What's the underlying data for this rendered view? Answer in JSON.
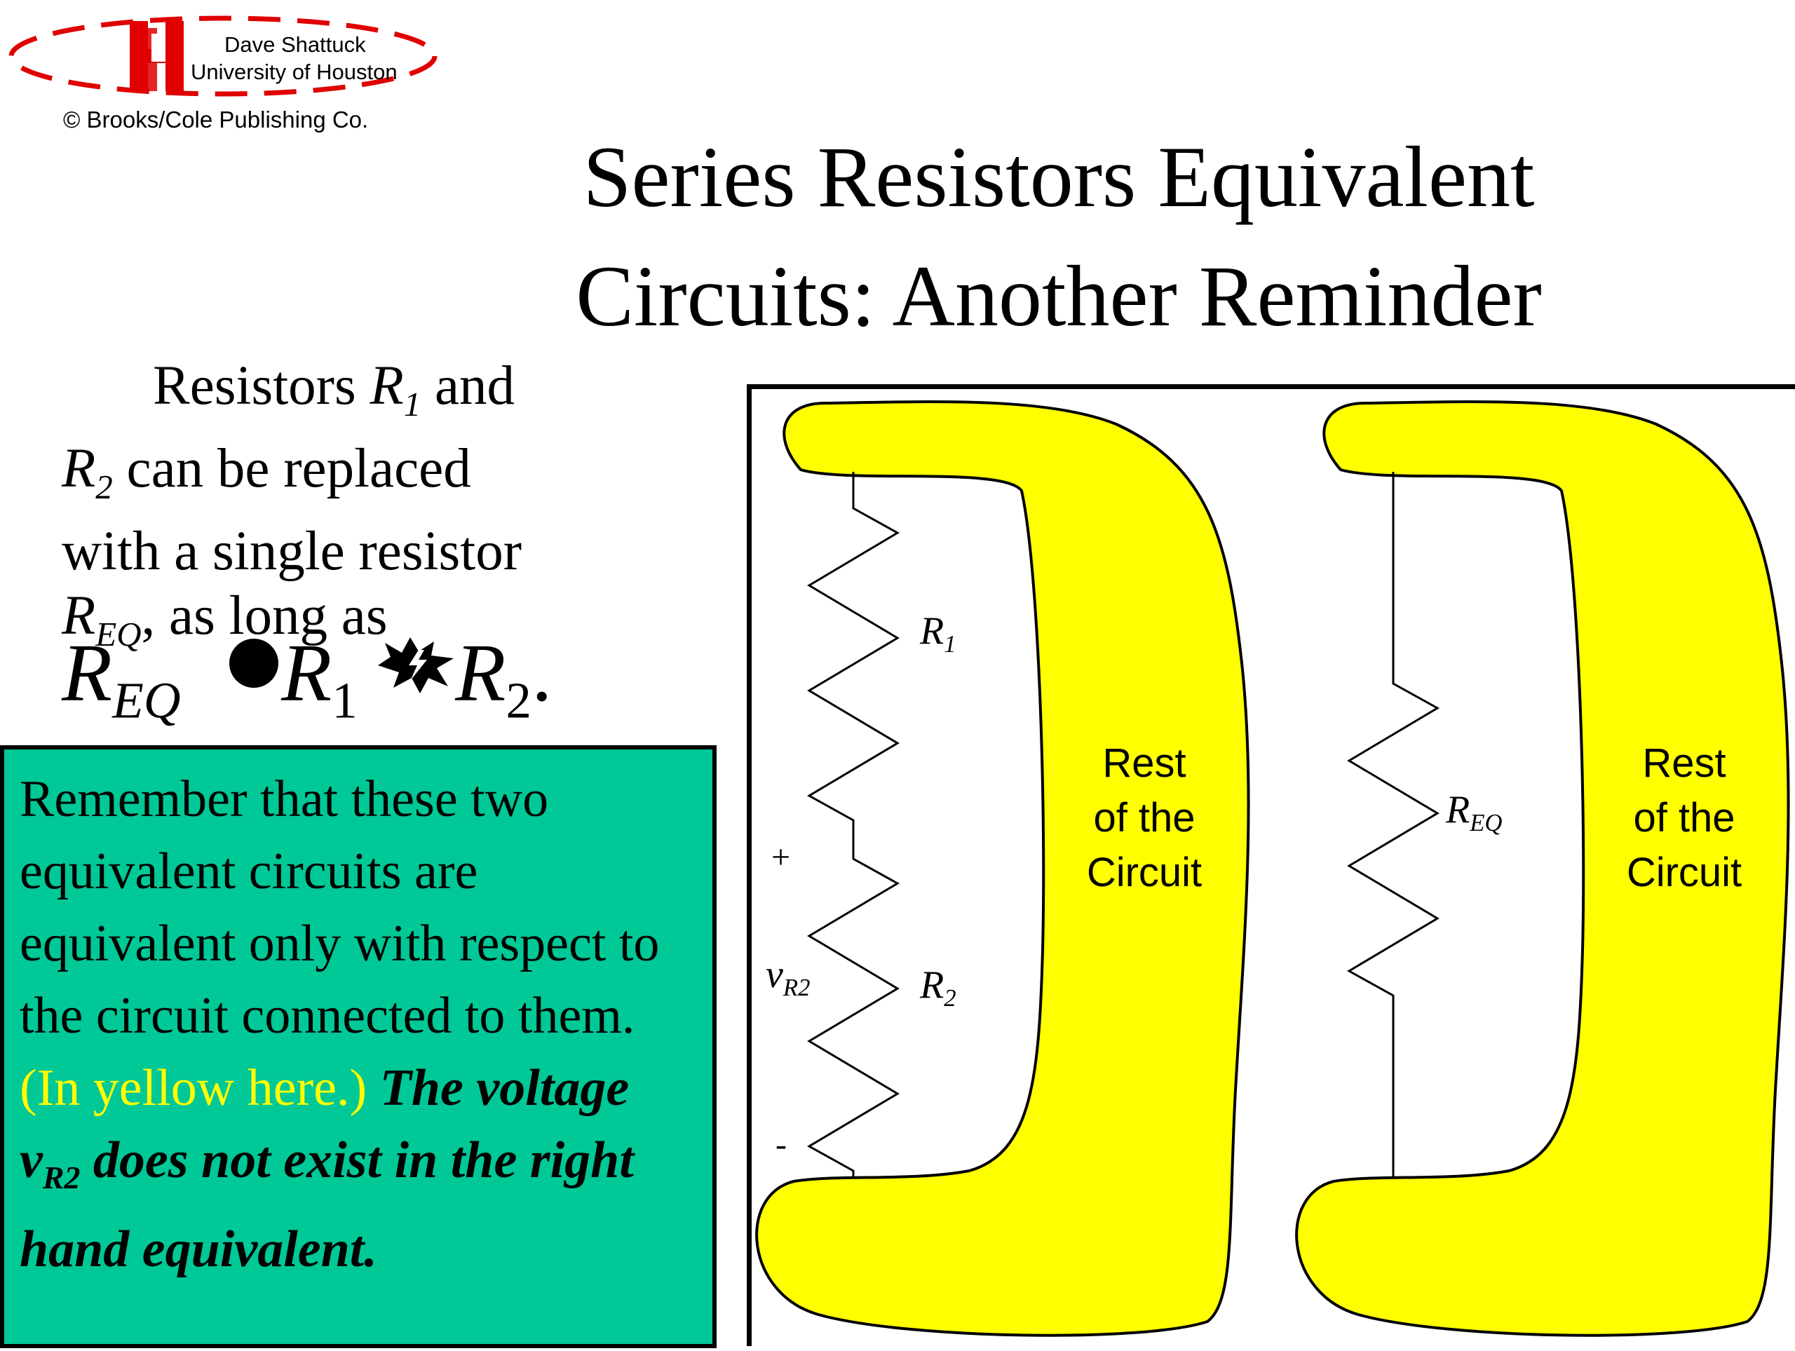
{
  "header": {
    "author": "Dave Shattuck",
    "institution": "University of Houston",
    "copyright": "© Brooks/Cole Publishing Co.",
    "logo_color": "#e00000",
    "logo_icon": "uh-logo-icon"
  },
  "title": {
    "line1": "Series Resistors Equivalent",
    "line2": "Circuits: Another Reminder"
  },
  "intro": {
    "resistors": "Resistors",
    "r": "R",
    "sub1": "1",
    "and": "and",
    "sub2": "2",
    "can_be_replaced": "can be replaced",
    "with_single": "with a single resistor",
    "sub_eq": "EQ",
    "as_long_as": ", as long as"
  },
  "equation": {
    "lhs": "R",
    "lhs_sub": "EQ",
    "term1": "R",
    "term1_sub": "1",
    "term2": "R",
    "term2_sub": "2",
    "end": "."
  },
  "note": {
    "text_plain": "Remember that these two equivalent circuits are equivalent only with respect to the circuit connected to them.",
    "text_yellow": "(In yellow here.)",
    "bold_italic_a": "The voltage v",
    "bold_italic_sub": "R2",
    "bold_italic_b": " does not exist in the right hand equivalent.",
    "box_color": "#00c896",
    "highlight_color": "#ffff00"
  },
  "diagram": {
    "blob_color": "#ffff00",
    "left_label": [
      "Rest",
      "of the",
      "Circuit"
    ],
    "right_label": [
      "Rest",
      "of the",
      "Circuit"
    ],
    "r1": "R",
    "r1_sub": "1",
    "r2": "R",
    "r2_sub": "2",
    "req": "R",
    "req_sub": "EQ",
    "v": "v",
    "v_sub": "R2",
    "plus": "+",
    "minus": "-"
  }
}
